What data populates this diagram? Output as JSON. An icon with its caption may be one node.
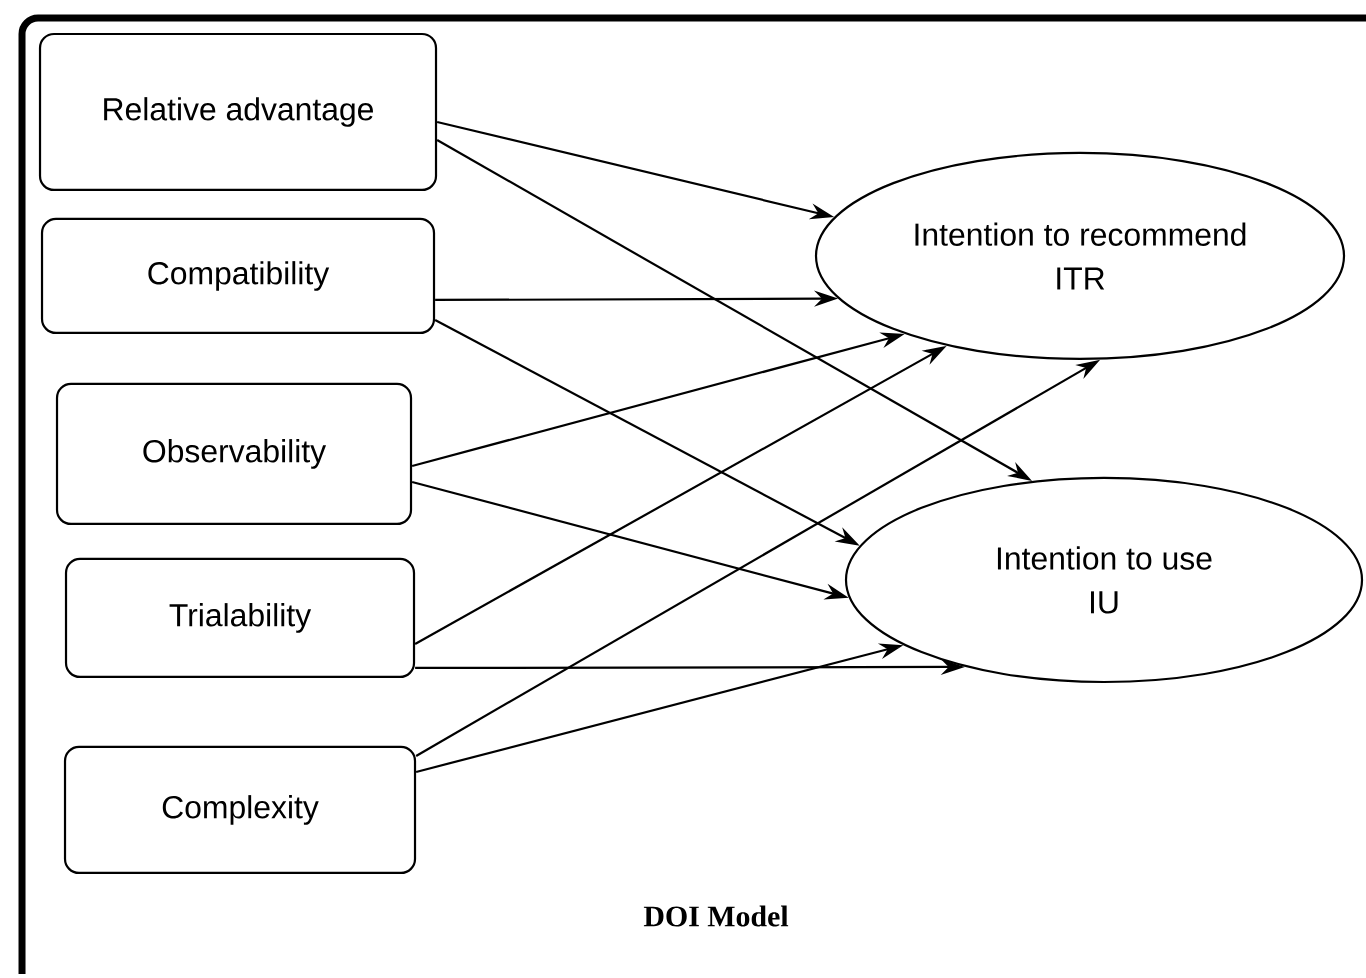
{
  "diagram": {
    "caption": "DOI Model",
    "nodes": [
      {
        "text": [
          "Relative advantage"
        ]
      },
      {
        "text": [
          "Compatibility"
        ]
      },
      {
        "text": [
          "Observability"
        ]
      },
      {
        "text": [
          "Trialability"
        ]
      },
      {
        "text": [
          "Complexity"
        ]
      },
      {
        "text": [
          "Intention to recommend",
          "ITR"
        ]
      },
      {
        "text": [
          "Intention to use",
          "IU"
        ]
      }
    ],
    "edges": [
      {
        "from": 0,
        "to": 5,
        "arrow": "to"
      },
      {
        "from": 0,
        "to": 6,
        "arrow": "to"
      },
      {
        "from": 1,
        "to": 5,
        "arrow": "to"
      },
      {
        "from": 1,
        "to": 6,
        "arrow": "to"
      },
      {
        "from": 2,
        "to": 5,
        "arrow": "to"
      },
      {
        "from": 2,
        "to": 6,
        "arrow": "to"
      },
      {
        "from": 3,
        "to": 5,
        "arrow": "to"
      },
      {
        "from": 3,
        "to": 6,
        "arrow": "to"
      },
      {
        "from": 4,
        "to": 5,
        "arrow": "to"
      },
      {
        "from": 4,
        "to": 6,
        "arrow": "to"
      }
    ]
  }
}
